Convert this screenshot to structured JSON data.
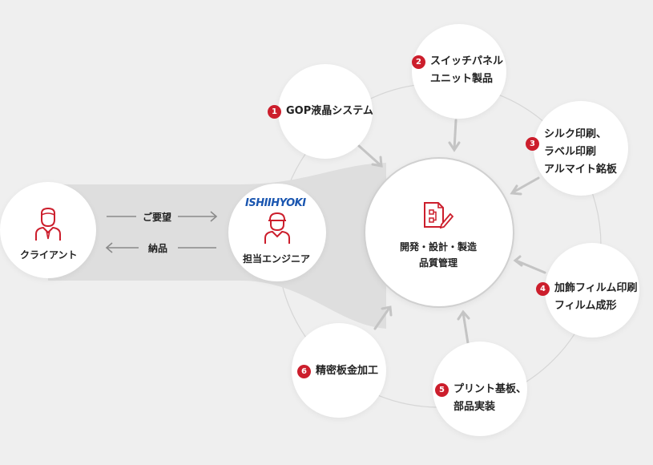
{
  "colors": {
    "accent": "#cc1e2c",
    "brand": "#1a56b0",
    "background": "#efefef",
    "node": "#ffffff",
    "arrow": "#c4c4c4"
  },
  "client": {
    "label": "クライアント",
    "icon": "person-icon"
  },
  "flow": {
    "request": "ご要望",
    "delivery": "納品"
  },
  "engineer": {
    "brand": "ISHIIHYOKI",
    "label": "担当エンジニア",
    "icon": "engineer-icon"
  },
  "center": {
    "line1": "開発・設計・製造",
    "line2": "品質管理",
    "icon": "document-edit-icon"
  },
  "products": [
    {
      "number": "1",
      "lines": [
        "GOP液晶システム"
      ]
    },
    {
      "number": "2",
      "lines": [
        "スイッチパネル",
        "ユニット製品"
      ]
    },
    {
      "number": "3",
      "lines": [
        "シルク印刷、",
        "ラベル印刷",
        "アルマイト銘板"
      ]
    },
    {
      "number": "4",
      "lines": [
        "加飾フィルム印刷",
        "フィルム成形"
      ]
    },
    {
      "number": "5",
      "lines": [
        "プリント基板、",
        "部品実装"
      ]
    },
    {
      "number": "6",
      "lines": [
        "精密板金加工"
      ]
    }
  ]
}
